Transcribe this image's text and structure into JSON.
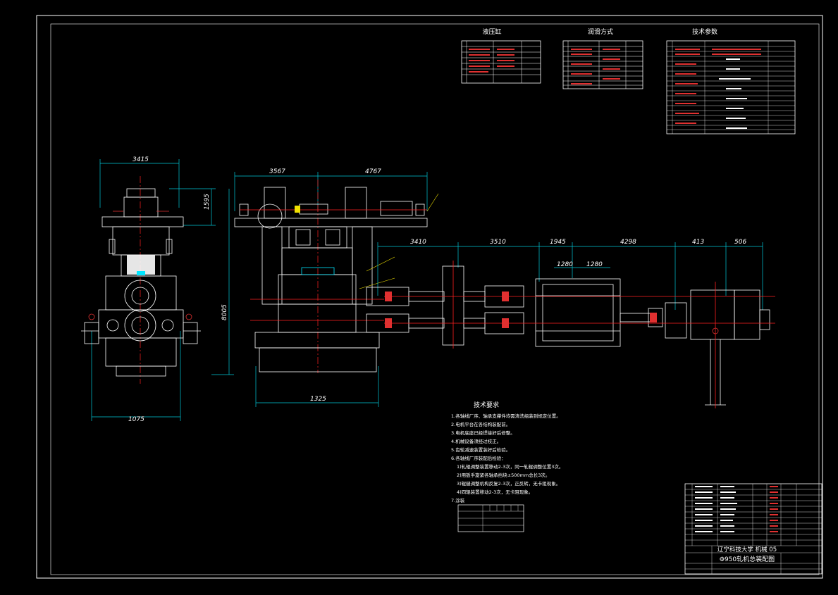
{
  "colors": {
    "background": "#000000",
    "line": "#ffffff",
    "dimension": "#00c8d8",
    "centerline": "#ff2020",
    "part_red": "#e03030",
    "highlight": "#00e5ff",
    "leader_yellow": "#f0e000"
  },
  "tables": {
    "hydraulic_title": "液压缸",
    "lubrication_title": "润滑方式",
    "tech_params_title": "技术参数"
  },
  "dimensions": {
    "side_top_width": "3415",
    "side_height_small": "1595",
    "side_total_height": "8005",
    "side_bottom_width": "1075",
    "front_left": "3567",
    "front_right": "4767",
    "front_bottom": "1325",
    "drive_1": "3410",
    "drive_2": "3510",
    "drive_3": "1945",
    "drive_4": "4298",
    "drive_5": "413",
    "drive_6": "506",
    "gearbox_a": "1280",
    "gearbox_b": "1280"
  },
  "tech_requirements": {
    "title": "技术要求",
    "items": [
      "1.各轴线厂序、轴承支撑件均需清洗组装到规定位置。",
      "2.电机平台在各结构装配前。",
      "3.电机底座已经焊接好后修整。",
      "4.机械设备须经过校正。",
      "5.齿轮减速装置装好后检验。",
      "6.各轴线厂序装配后检验：",
      "1)轧辊调整装置移动2-3次，同一轧辊调整位置3次。",
      "2)用扳手旋紧各轴承挡块±500mm总长3次。",
      "3)辊缝调整机构反复2-3次，正反转，无卡阻现象。",
      "4)四辊装置移动2-3次，无卡阻现象。",
      "7.涂装"
    ]
  },
  "title_block": {
    "school": "辽宁科技大学 机械 05",
    "drawing_title": "Φ950轧机总装配图"
  }
}
